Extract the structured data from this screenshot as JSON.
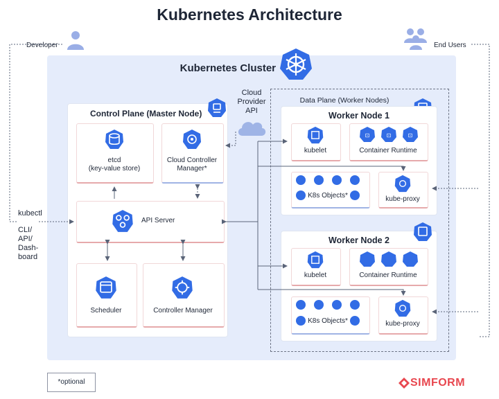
{
  "title": "Kubernetes Architecture",
  "cluster": {
    "title": "Kubernetes Cluster"
  },
  "actors": {
    "developer": "Developer",
    "end_users": "End Users"
  },
  "side_labels": {
    "kubectl": "kubectl",
    "cli_line1": "CLI/",
    "cli_line2": "API/",
    "cli_line3": "Dash-",
    "cli_line4": "board"
  },
  "cloud": {
    "line1": "Cloud",
    "line2": "Provider",
    "line3": "API"
  },
  "control_plane": {
    "title": "Control Plane (Master Node)",
    "etcd_line1": "etcd",
    "etcd_line2": "(key-value store)",
    "ccm_line1": "Cloud Controller",
    "ccm_line2": "Manager*",
    "api_server": "API Server",
    "scheduler": "Scheduler",
    "controller_manager": "Controller Manager"
  },
  "data_plane": {
    "title": "Data Plane (Worker Nodes)",
    "nodes": [
      {
        "title": "Worker Node 1",
        "kubelet": "kubelet",
        "runtime": "Container Runtime",
        "objects": "K8s Objects*",
        "proxy": "kube-proxy"
      },
      {
        "title": "Worker Node 2",
        "kubelet": "kubelet",
        "runtime": "Container Runtime",
        "objects": "K8s Objects*",
        "proxy": "kube-proxy"
      }
    ]
  },
  "footnote": "*optional",
  "logo": "SIMFORM",
  "colors": {
    "k8s_blue": "#326ce5",
    "accent_pink": "#e6a9ab",
    "cluster_bg": "#e5ecfb",
    "brand_red": "#e8474f"
  }
}
